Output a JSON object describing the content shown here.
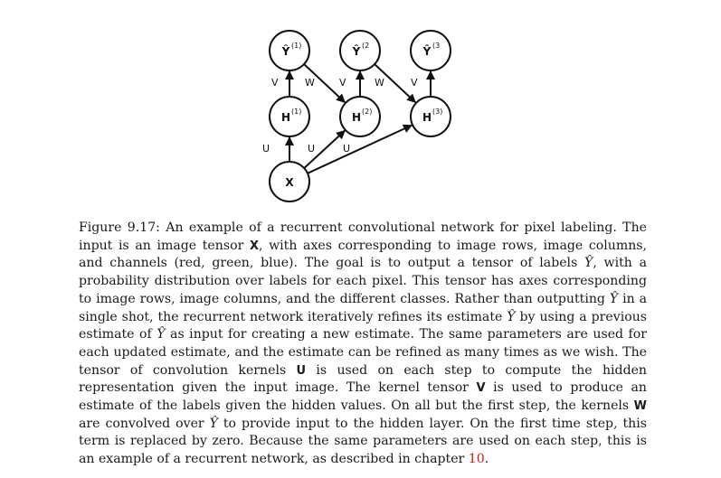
{
  "diagram": {
    "nodes": [
      {
        "id": "y1",
        "base": "Ŷ",
        "sup": "(1)"
      },
      {
        "id": "y2",
        "base": "Ŷ",
        "sup": "(2"
      },
      {
        "id": "y3",
        "base": "Ŷ",
        "sup": "(3"
      },
      {
        "id": "h1",
        "base": "H",
        "sup": "(1)"
      },
      {
        "id": "h2",
        "base": "H",
        "sup": "(2)"
      },
      {
        "id": "h3",
        "base": "H",
        "sup": "(3)"
      },
      {
        "id": "x",
        "base": "X",
        "sup": ""
      }
    ],
    "edges": [
      {
        "id": "x-h1",
        "from": "x",
        "to": "h1"
      },
      {
        "id": "x-h2",
        "from": "x",
        "to": "h2"
      },
      {
        "id": "x-h3",
        "from": "x",
        "to": "h3"
      },
      {
        "id": "h1-y1",
        "from": "h1",
        "to": "y1"
      },
      {
        "id": "h2-y2",
        "from": "h2",
        "to": "y2"
      },
      {
        "id": "h3-y3",
        "from": "h3",
        "to": "y3"
      },
      {
        "id": "y1-h2",
        "from": "y1",
        "to": "h2"
      },
      {
        "id": "y2-h3",
        "from": "y2",
        "to": "h3"
      }
    ],
    "edge_labels": [
      {
        "id": "u-left",
        "text": "U"
      },
      {
        "id": "u-right",
        "text": "U"
      },
      {
        "id": "u-h2",
        "text": "U"
      },
      {
        "id": "v-1",
        "text": "V"
      },
      {
        "id": "w-1",
        "text": "W"
      },
      {
        "id": "v-2",
        "text": "V"
      },
      {
        "id": "w-2",
        "text": "W"
      },
      {
        "id": "v-3",
        "text": "V"
      }
    ]
  },
  "caption": {
    "t1": "Figure 9.17: An example of a recurrent convolutional network for pixel labeling. The input is an image tensor ",
    "X": "X",
    "t2": ", with axes corresponding to image rows, image columns, and channels (red, green, blue). The goal is to output a tensor of labels ",
    "yhat": "Ŷ",
    "t3": ", with a probability distribution over labels for each pixel. This tensor has axes corresponding to image rows, image columns, and the different classes. Rather than outputting ",
    "t4": " in a single shot, the recurrent network iteratively refines its estimate ",
    "t5": " by using a previous estimate of ",
    "t6": " as input for creating a new estimate. The same parameters are used for each updated estimate, and the estimate can be refined as many times as we wish. The tensor of convolution kernels ",
    "U": "U",
    "t7": " is used on each step to compute the hidden representation given the input image. The kernel tensor ",
    "V": "V",
    "t8": " is used to produce an estimate of the labels given the hidden values. On all but the first step, the kernels ",
    "W": "W",
    "t9": " are convolved over ",
    "t10": " to provide input to the hidden layer. On the first time step, this term is replaced by zero. Because the same parameters are used on each step, this is an example of a recurrent network, as described in chapter ",
    "chapter": "10",
    "t11": "."
  },
  "colors": {
    "ink": "#111111",
    "link": "#d01818"
  }
}
